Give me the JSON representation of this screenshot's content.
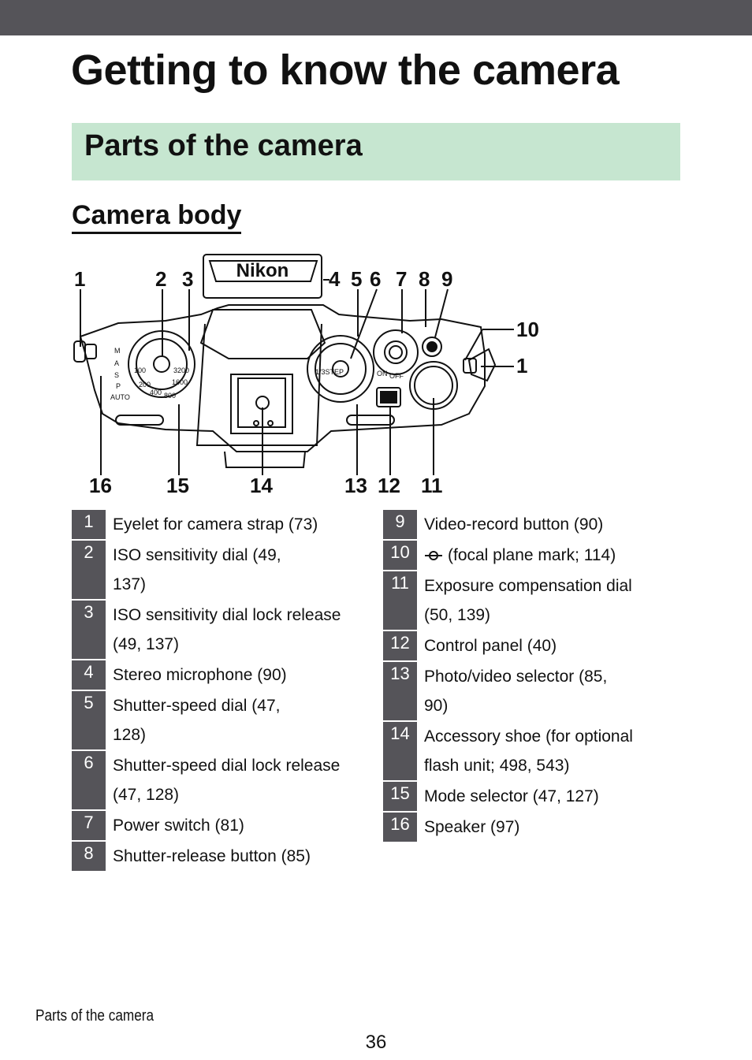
{
  "header": {
    "title": "Getting to know the camera"
  },
  "section": {
    "title": "Parts of the camera"
  },
  "subsection": {
    "title": "Camera body"
  },
  "figure": {
    "brand_label": "Nikon",
    "dial_marks": {
      "mode_letters": [
        "M",
        "A",
        "S",
        "P",
        "AUTO"
      ],
      "iso_values": [
        "3200",
        "1600",
        "800",
        "400",
        "200",
        "100"
      ],
      "shutter_label": "1/3STEP",
      "power_on": "ON",
      "power_off": "OFF"
    },
    "callouts_top": [
      "1",
      "2",
      "3",
      "4",
      "5",
      "6",
      "7",
      "8",
      "9"
    ],
    "callouts_right": [
      "10",
      "1"
    ],
    "callouts_bottom": [
      "16",
      "15",
      "14",
      "13",
      "12",
      "11"
    ]
  },
  "parts_left": [
    {
      "num": "1",
      "lines": [
        "Eyelet for camera strap (73)"
      ]
    },
    {
      "num": "2",
      "lines": [
        "ISO sensitivity dial (49,",
        "137)"
      ]
    },
    {
      "num": "3",
      "lines": [
        "ISO sensitivity dial lock release",
        "(49, 137)"
      ]
    },
    {
      "num": "4",
      "lines": [
        "Stereo microphone (90)"
      ]
    },
    {
      "num": "5",
      "lines": [
        "Shutter-speed dial (47,",
        "128)"
      ]
    },
    {
      "num": "6",
      "lines": [
        "Shutter-speed dial lock release",
        "(47, 128)"
      ]
    },
    {
      "num": "7",
      "lines": [
        "Power switch (81)"
      ]
    },
    {
      "num": "8",
      "lines": [
        "Shutter-release button (85)"
      ]
    }
  ],
  "parts_right": [
    {
      "num": "9",
      "lines": [
        "Video-record button (90)"
      ]
    },
    {
      "num": "10",
      "lines": [
        "(focal plane mark; 114)"
      ],
      "icon": "focal-plane-mark-icon"
    },
    {
      "num": "11",
      "lines": [
        "Exposure compensation dial",
        "(50, 139)"
      ]
    },
    {
      "num": "12",
      "lines": [
        "Control panel (40)"
      ]
    },
    {
      "num": "13",
      "lines": [
        "Photo/video selector (85,",
        "90)"
      ]
    },
    {
      "num": "14",
      "lines": [
        "Accessory shoe (for optional",
        "flash unit; 498, 543)"
      ]
    },
    {
      "num": "15",
      "lines": [
        "Mode selector (47, 127)"
      ]
    },
    {
      "num": "16",
      "lines": [
        "Speaker (97)"
      ]
    }
  ],
  "footer": {
    "section_label": "Parts of the camera",
    "page_number": "36"
  }
}
